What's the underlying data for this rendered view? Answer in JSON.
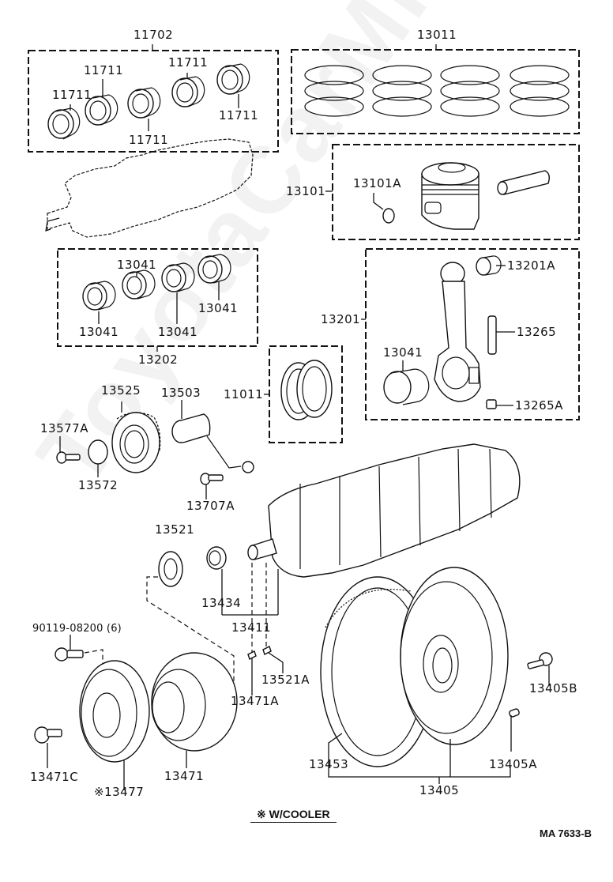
{
  "diagram": {
    "type": "exploded-parts-diagram",
    "subject": "Crankshaft, piston and connecting rod assembly",
    "watermark": "ToyotaCarMine.ru",
    "reference_code": "MA 7633-B",
    "footnote": {
      "symbol": "※",
      "text": "W/COOLER",
      "full": "※ W/COOLER"
    },
    "groups": [
      {
        "label": "11702",
        "name": "crankshaft-bearing-set",
        "members": [
          "11711",
          "11711",
          "11711",
          "11711",
          "11711"
        ]
      },
      {
        "label": "13011",
        "name": "piston-ring-set",
        "members": []
      },
      {
        "label": "13101",
        "name": "piston-with-pin",
        "members": [
          "13101A"
        ]
      },
      {
        "label": "13202",
        "name": "connecting-rod-bearing-set",
        "members": [
          "13041",
          "13041",
          "13041",
          "13041"
        ]
      },
      {
        "label": "13201",
        "name": "connecting-rod-assembly",
        "members": [
          "13201A",
          "13265",
          "13041",
          "13265A"
        ]
      },
      {
        "label": "13411",
        "name": "crankshaft",
        "members": [
          "13434"
        ]
      },
      {
        "label": "13405",
        "name": "flywheel-assembly",
        "members": [
          "13453",
          "13405A"
        ]
      }
    ],
    "labels": {
      "g11702": "11702",
      "b11711_1": "11711",
      "b11711_2": "11711",
      "b11711_3": "11711",
      "b11711_4": "11711",
      "b11711_5": "11711",
      "g13011": "13011",
      "g13101": "13101",
      "p13101A": "13101A",
      "b13041_1": "13041",
      "b13041_2": "13041",
      "b13041_3": "13041",
      "b13041_4": "13041",
      "g13202": "13202",
      "g13201": "13201",
      "p13201A": "13201A",
      "p13265": "13265",
      "b13041_5": "13041",
      "p13265A": "13265A",
      "p11011": "11011",
      "p13525": "13525",
      "p13503": "13503",
      "p13577A": "13577A",
      "p13572": "13572",
      "p13707A": "13707A",
      "p13521": "13521",
      "p13434": "13434",
      "g13411": "13411",
      "p90119": "90119-08200 (6)",
      "p13521A": "13521A",
      "p13471A": "13471A",
      "p13405B": "13405B",
      "p13471C": "13471C",
      "p13477": "※13477",
      "p13471": "13471",
      "p13453": "13453",
      "p13405A": "13405A",
      "g13405": "13405"
    }
  }
}
